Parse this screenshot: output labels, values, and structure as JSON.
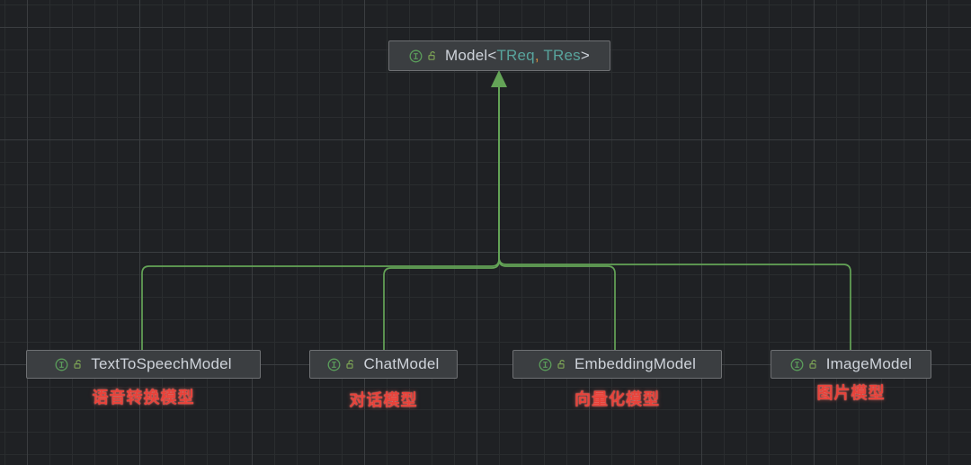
{
  "diagram": {
    "parent_node": {
      "title_prefix": "Model<",
      "type_param_1": "TReq",
      "separator": ", ",
      "type_param_2": "TRes",
      "title_suffix": ">"
    },
    "child_nodes": [
      {
        "label": "TextToSpeechModel",
        "annotation": "语音转换模型"
      },
      {
        "label": "ChatModel",
        "annotation": "对话模型"
      },
      {
        "label": "EmbeddingModel",
        "annotation": "向量化模型"
      },
      {
        "label": "ImageModel",
        "annotation": "图片模型"
      }
    ],
    "icons": {
      "node_kind": "interface-icon",
      "visibility": "unlock-icon"
    },
    "colors": {
      "canvas_background": "#1f2124",
      "grid_minor": "#2a2d2f",
      "grid_major": "#3a3d40",
      "node_background": "#3b3e41",
      "node_border": "#6e7073",
      "node_text": "#ced3da",
      "type_param": "#58a49d",
      "separator": "#d5903f",
      "edge": "#64a457",
      "interface_icon": "#5b9e5b",
      "unlock_icon": "#7ca355",
      "annotation": "#e8423a"
    }
  }
}
